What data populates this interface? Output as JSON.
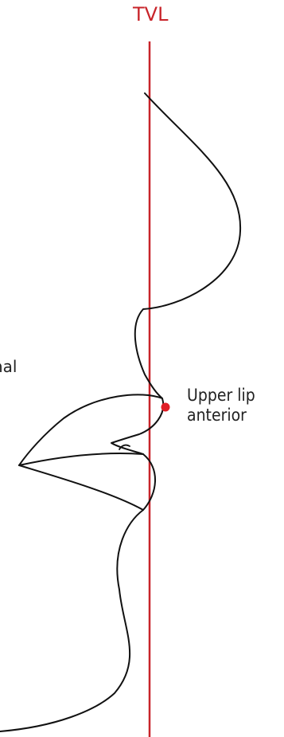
{
  "diagram": {
    "reference_line": {
      "label": "TVL",
      "color": "#c8242a"
    },
    "landmark": {
      "label_line1": "Upper lip",
      "label_line2": "anterior",
      "color": "#e01e26"
    },
    "partial_label": "ormal",
    "profile_color": "#111111"
  }
}
